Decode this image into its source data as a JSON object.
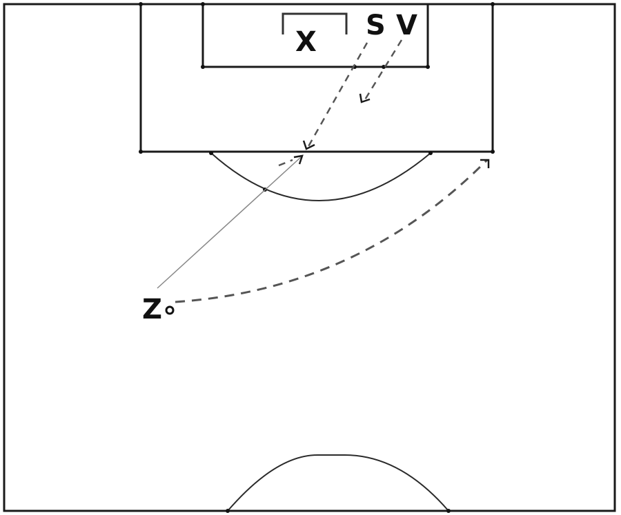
{
  "diagram": {
    "labels": {
      "goalkeeper": "X",
      "attacker_s": "S",
      "attacker_v": "V",
      "passer": "Z"
    },
    "colors": {
      "lines": "#1a1a1a",
      "paths": "#555555",
      "background": "#ffffff"
    }
  }
}
